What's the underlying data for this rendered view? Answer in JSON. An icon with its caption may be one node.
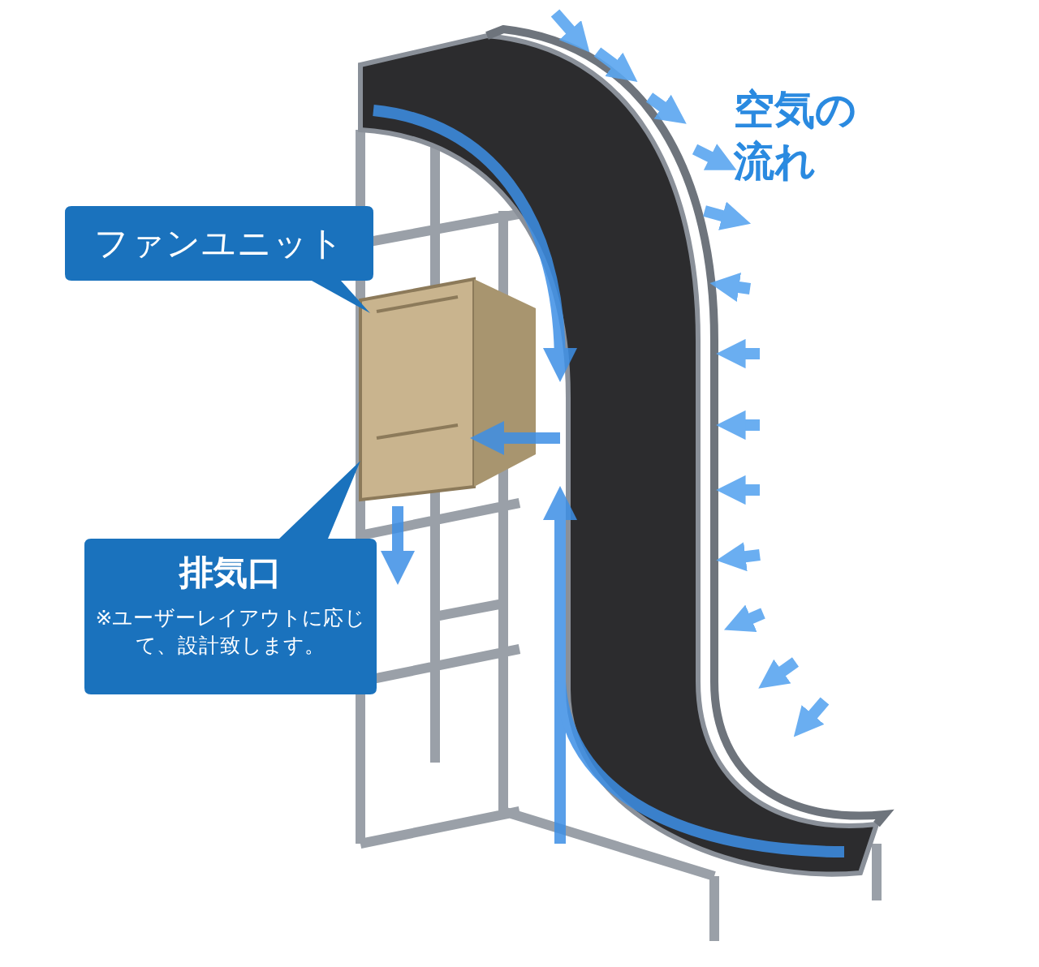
{
  "diagram": {
    "nodes": [
      {
        "text": [
          "ファンユニット"
        ]
      },
      {
        "text": [
          "排気口",
          "※ユーザーレイアウトに応じて、設計致します。"
        ]
      }
    ],
    "labels": [
      "空気の流れ"
    ]
  }
}
